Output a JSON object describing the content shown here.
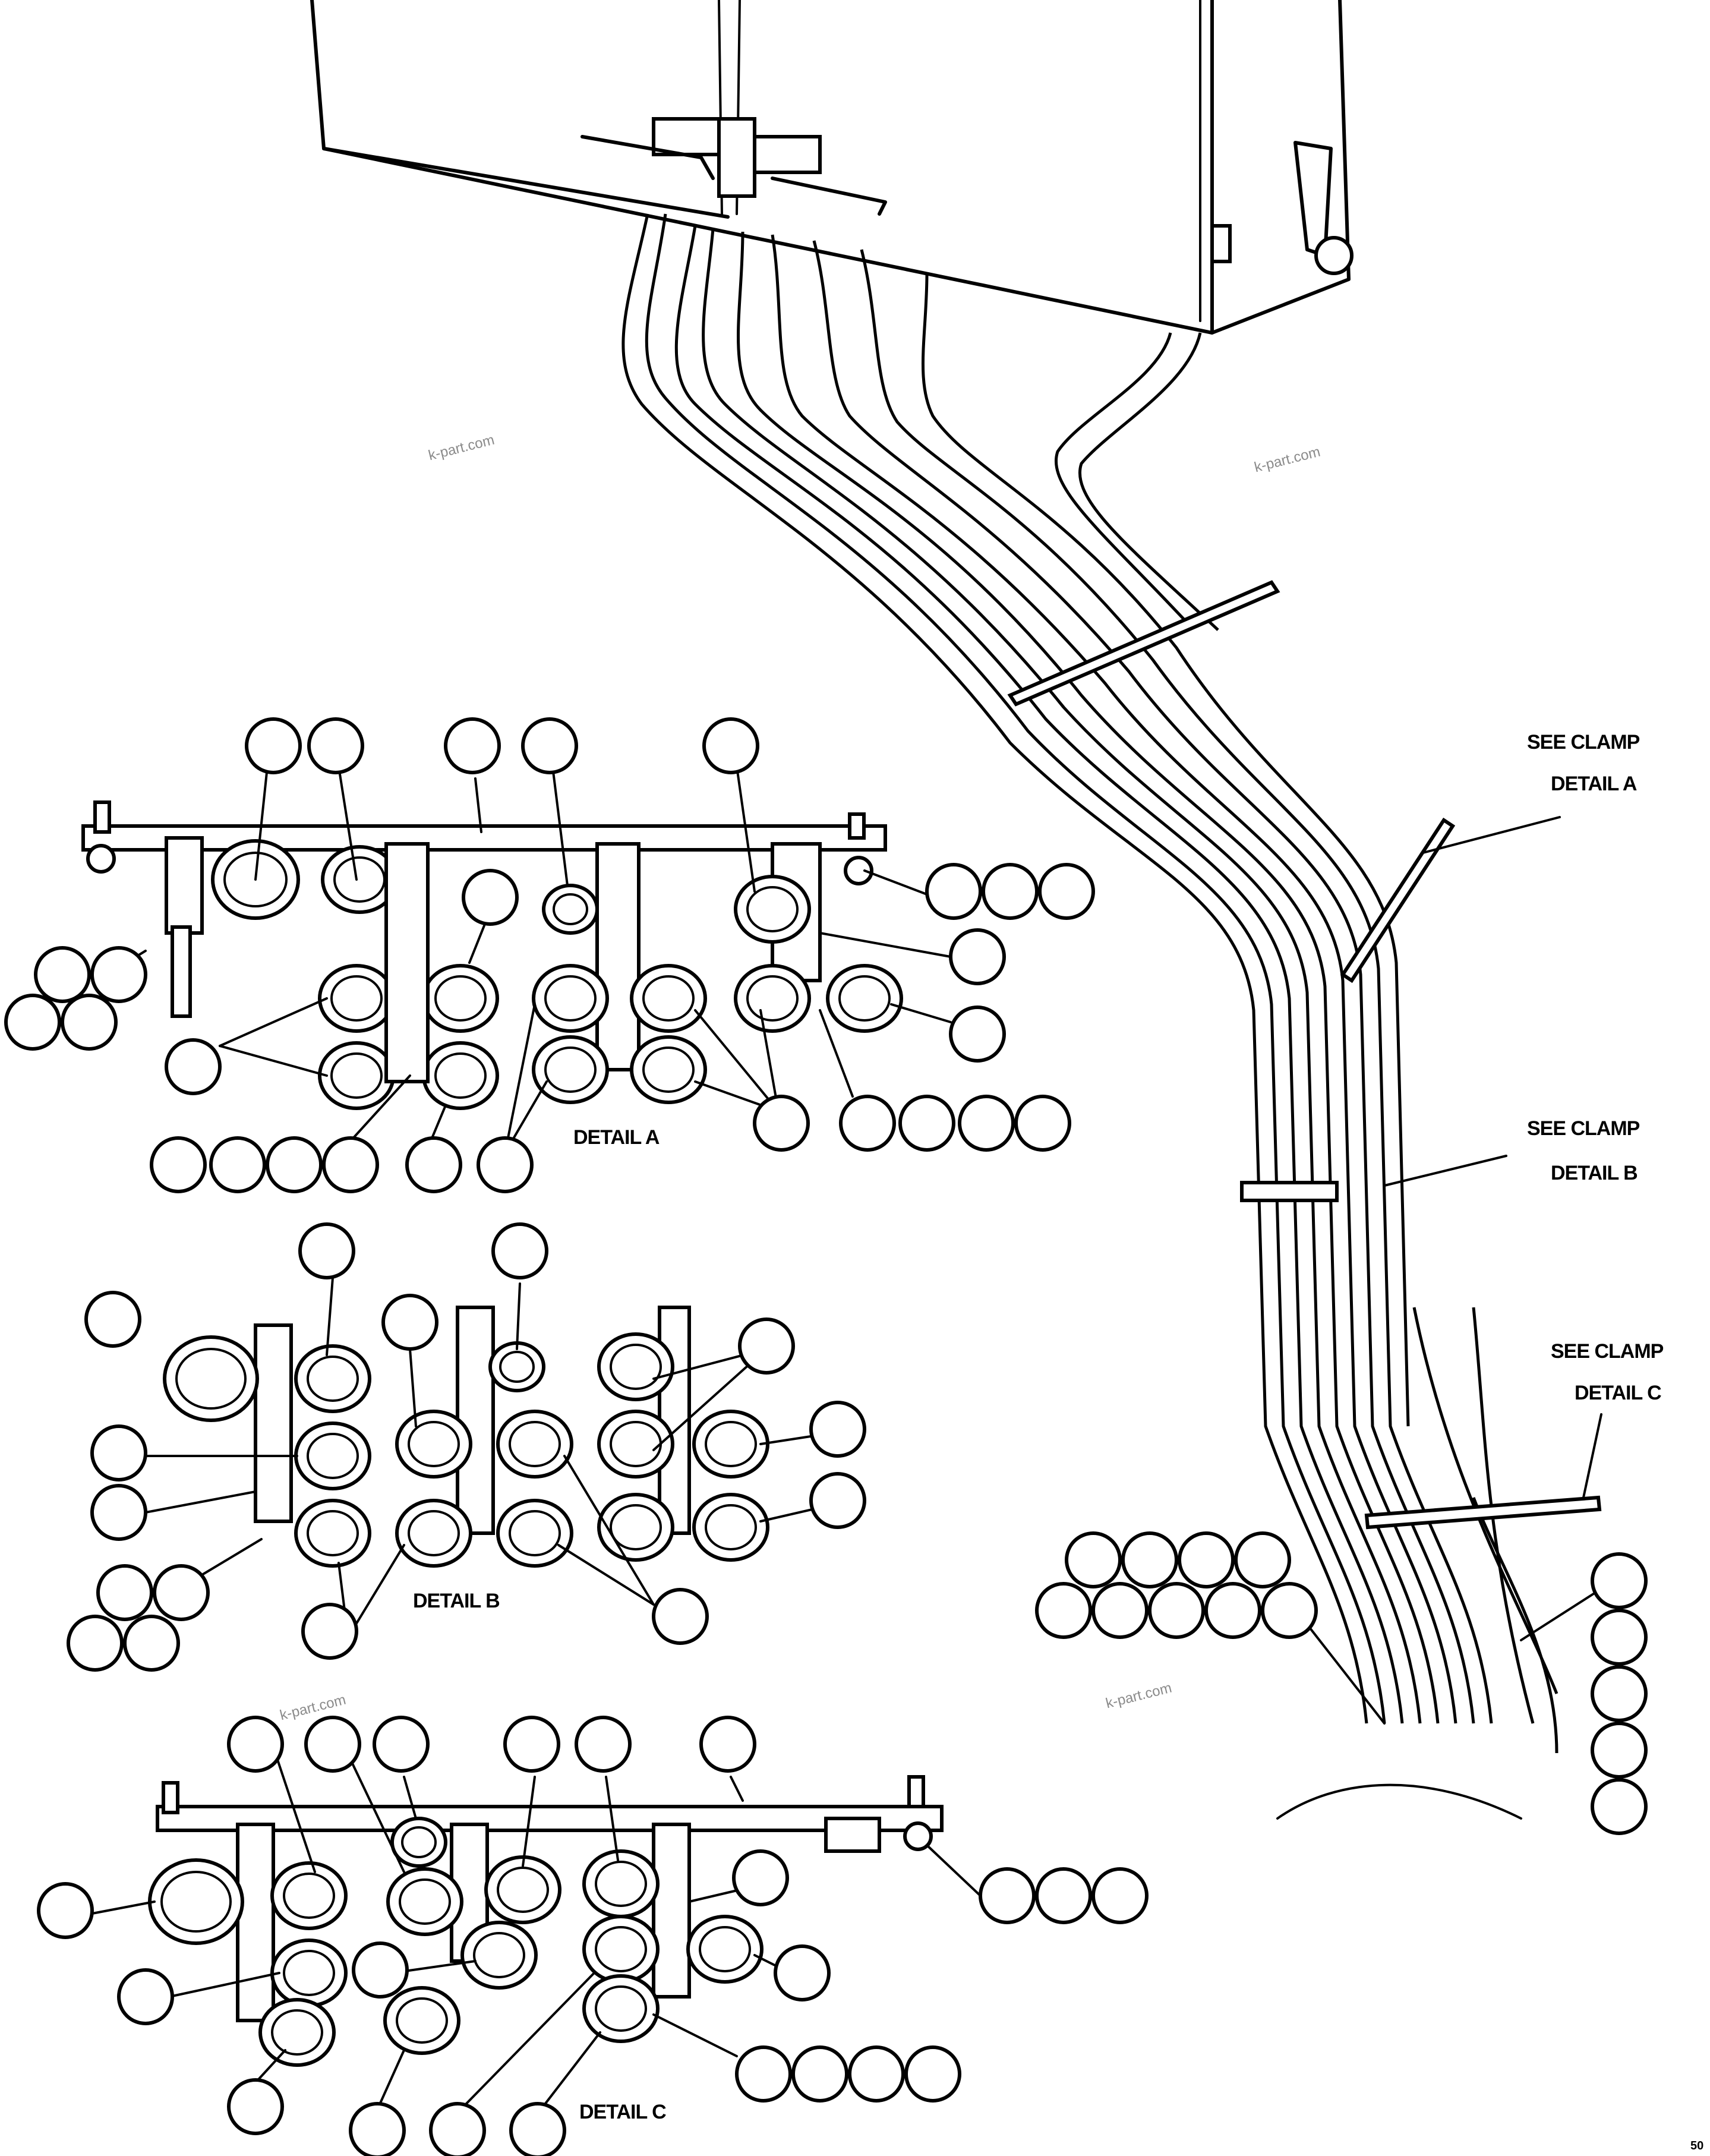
{
  "labels": {
    "see_clamp_a_1": "SEE CLAMP",
    "see_clamp_a_2": "DETAIL A",
    "see_clamp_b_1": "SEE CLAMP",
    "see_clamp_b_2": "DETAIL B",
    "see_clamp_c_1": "SEE CLAMP",
    "see_clamp_c_2": "DETAIL C",
    "detail_a": "DETAIL A",
    "detail_b": "DETAIL B",
    "detail_c": "DETAIL C"
  },
  "watermarks": {
    "wm1": "k-part.com",
    "wm2": "k-part.com",
    "wm3": "k-part.com",
    "wm4": "k-part.com"
  },
  "page_code": "50"
}
